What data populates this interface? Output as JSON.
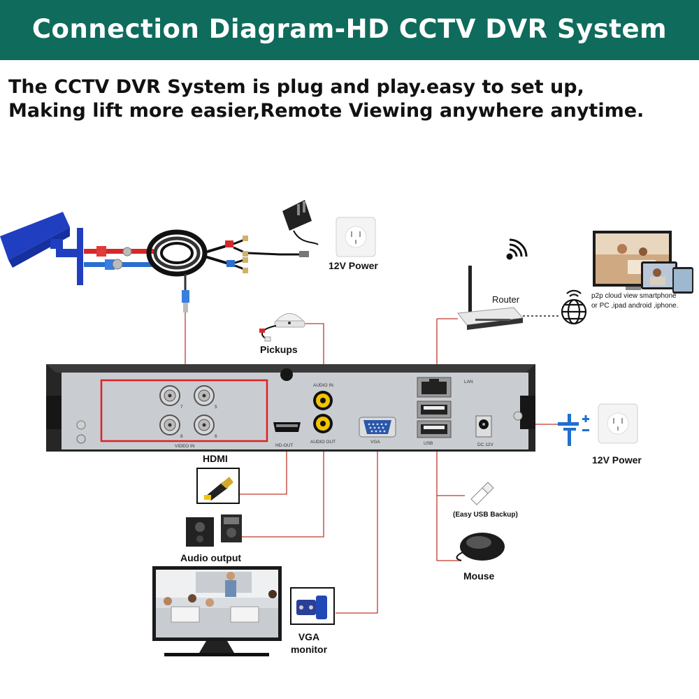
{
  "header": {
    "title": "Connection Diagram-HD CCTV DVR System",
    "subtitle_line1": "The CCTV DVR System is plug and play.easy to set up,",
    "subtitle_line2": "Making lift more easier,Remote Viewing anywhere anytime."
  },
  "labels": {
    "power_top": "12V Power",
    "router": "Router",
    "cloud_line1": "p2p cloud view smartphone",
    "cloud_line2": "or PC ,ipad android ,iphone.",
    "pickups": "Pickups",
    "power_right": "12V Power",
    "hdmi": "HDMI",
    "usb_backup": "(Easy USB Backup)",
    "audio_output": "Audio output",
    "mouse": "Mouse",
    "vga_line1": "VGA",
    "vga_line2": "monitor"
  },
  "panel_labels": {
    "video_in": "VIDEO IN",
    "hd_out": "HD-OUT",
    "audio_in": "AUDIO IN",
    "audio_out": "AUDIO OUT",
    "vga": "VGA",
    "lan": "LAN",
    "usb": "USB",
    "dc": "DC 12V",
    "ch7": "7",
    "ch5": "5",
    "ch8": "8",
    "ch6": "6"
  },
  "colors": {
    "banner": "#0f6b5c",
    "wire": "#c0392b",
    "highlight": "#e02020",
    "camera": "#1f3fc0",
    "dvr_body": "#2a2a2a",
    "dvr_panel": "#c9cdd2"
  }
}
